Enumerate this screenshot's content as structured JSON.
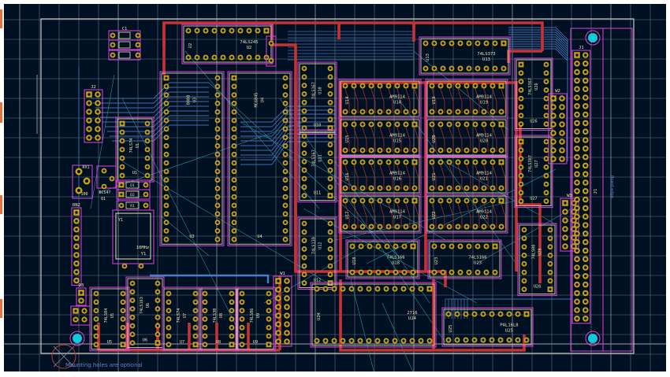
{
  "app": {
    "title": "PCB Editor - board view",
    "colors": {
      "background": "#001023",
      "grid": "#8a8f99",
      "board_outline": "#c8c8c8",
      "power_trace": "#c83232",
      "signal_trace_back": "#3f6fb0",
      "signal_trace_front": "#b02828",
      "ratsnest": "#2aa8b8",
      "pad": "#c8a017",
      "pad_hole": "#001023",
      "silkscreen": "#e6e6b4",
      "courtyard": "#e040e0",
      "mounting_hole": "#14c8dc"
    }
  },
  "board": {
    "note": "Mounting holes are optional",
    "connector_label": "Board edge",
    "components": [
      {
        "ref": "C1",
        "value": ""
      },
      {
        "ref": "C2",
        "value": ""
      },
      {
        "ref": "C3",
        "value": ""
      },
      {
        "ref": "U2",
        "value": "74LS245"
      },
      {
        "ref": "C24",
        "value": ""
      },
      {
        "ref": "J2",
        "value": ""
      },
      {
        "ref": "U1",
        "value": "74LS74"
      },
      {
        "ref": "RV1",
        "value": "100"
      },
      {
        "ref": "Q1",
        "value": "BC547"
      },
      {
        "ref": "D1",
        "value": ""
      },
      {
        "ref": "D2",
        "value": ""
      },
      {
        "ref": "R1",
        "value": ""
      },
      {
        "ref": "RN2",
        "value": "10K"
      },
      {
        "ref": "Y1",
        "value": "10MHz"
      },
      {
        "ref": "U3",
        "value": "8088"
      },
      {
        "ref": "U4",
        "value": "MC6845"
      },
      {
        "ref": "U10",
        "value": "74LS367"
      },
      {
        "ref": "U11",
        "value": "74LS367"
      },
      {
        "ref": "U12",
        "value": "74LS139"
      },
      {
        "ref": "U14",
        "value": "AM9114"
      },
      {
        "ref": "U15",
        "value": "AM9114"
      },
      {
        "ref": "U16",
        "value": "AM9114"
      },
      {
        "ref": "U17",
        "value": "AM9114"
      },
      {
        "ref": "U19",
        "value": "AM9114"
      },
      {
        "ref": "U20",
        "value": "AM9114"
      },
      {
        "ref": "U21",
        "value": "AM9114"
      },
      {
        "ref": "U22",
        "value": "AM9114"
      },
      {
        "ref": "U13",
        "value": "74LS373"
      },
      {
        "ref": "U26",
        "value": "74LS367"
      },
      {
        "ref": "U27",
        "value": "74LS367"
      },
      {
        "ref": "U28",
        "value": "74LS00"
      },
      {
        "ref": "U18",
        "value": "74LS166"
      },
      {
        "ref": "U23",
        "value": "74LS166"
      },
      {
        "ref": "U24",
        "value": "2716"
      },
      {
        "ref": "U25",
        "value": "PAL16L8"
      },
      {
        "ref": "U5",
        "value": "74LS04"
      },
      {
        "ref": "U6",
        "value": "74LS163"
      },
      {
        "ref": "U7",
        "value": "74LS74"
      },
      {
        "ref": "U8",
        "value": "74LS30"
      },
      {
        "ref": "U9",
        "value": "74LS86"
      },
      {
        "ref": "W1",
        "value": ""
      },
      {
        "ref": "W2",
        "value": ""
      },
      {
        "ref": "W3",
        "value": ""
      },
      {
        "ref": "J1",
        "value": ""
      },
      {
        "ref": "D3",
        "value": ""
      }
    ]
  }
}
